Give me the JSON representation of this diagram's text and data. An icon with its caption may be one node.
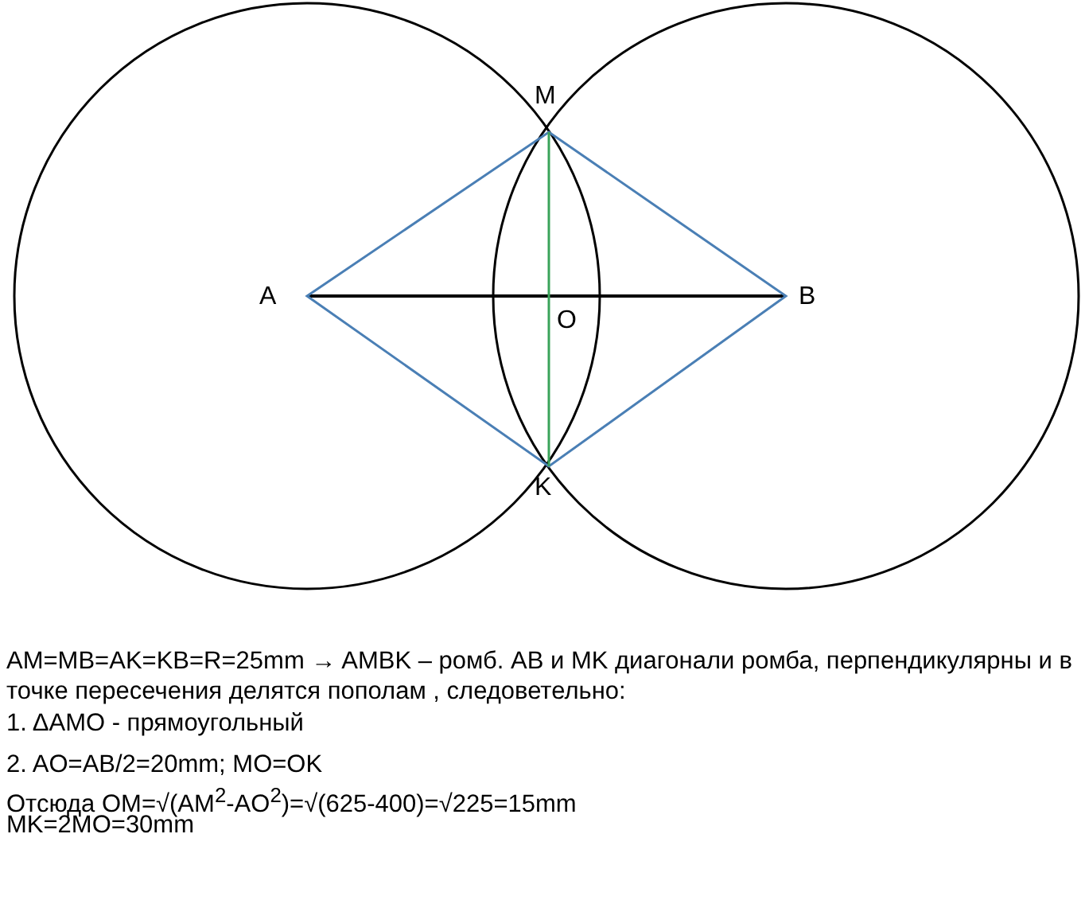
{
  "diagram": {
    "labels": [
      "M",
      "A",
      "B",
      "O",
      "K",
      "AM=MB=AK=KB=R=25mm → AMBK – ромб. AB и MK диагонали ромба, перпендикулярны и в точке пересечения делятся пополам , следоветельно:",
      "1. ΔAMO - прямоугольный",
      "2. AO=AB/2=20mm; MO=OK",
      "Отсюда OM=√(AM$^{2}$-AO$^{2}$)=√(625-400)=√225=15mm",
      "MK=2MO=30mm"
    ]
  }
}
